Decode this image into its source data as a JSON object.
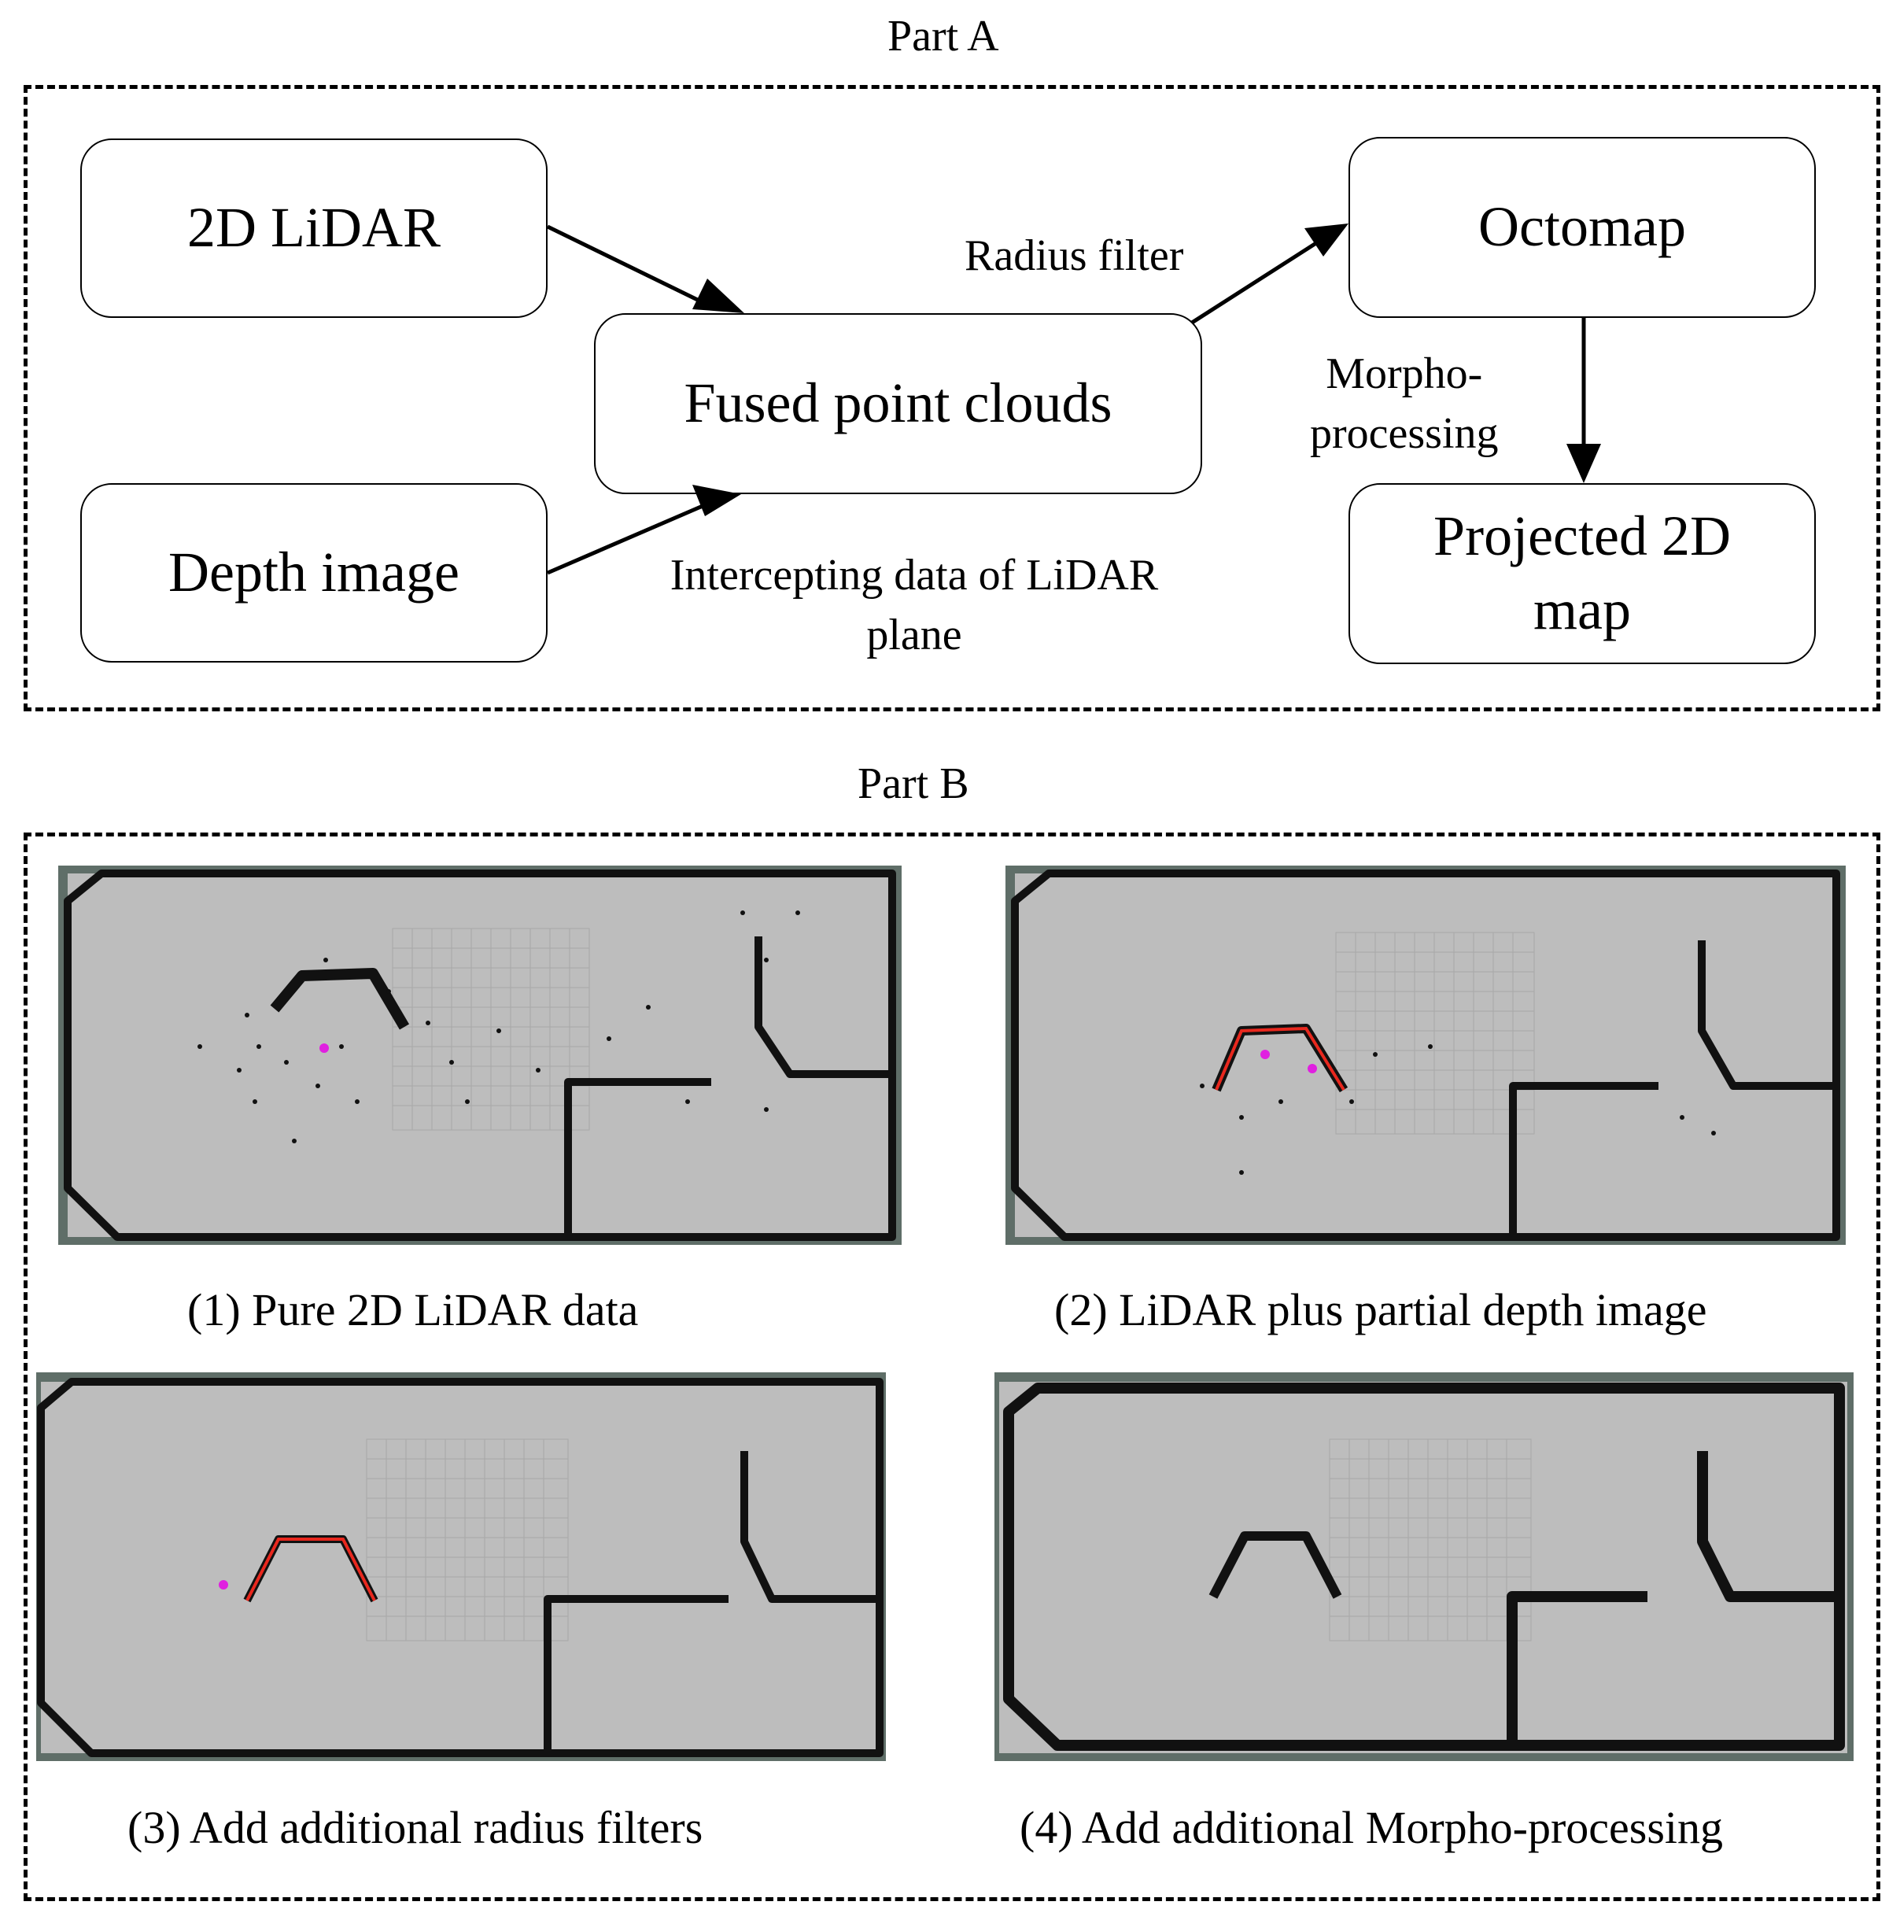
{
  "part_a": {
    "title": "Part A",
    "nodes": {
      "lidar": "2D LiDAR",
      "depth": "Depth image",
      "fused": "Fused point clouds",
      "octomap": "Octomap",
      "projected": "Projected 2D map"
    },
    "edge_labels": {
      "radius_filter": "Radius filter",
      "morpho_line1": "Morpho-",
      "morpho_line2": "processing",
      "intercept_line1": "Intercepting data of LiDAR",
      "intercept_line2": "plane"
    }
  },
  "part_b": {
    "title": "Part B",
    "panels": [
      {
        "caption": "(1) Pure 2D LiDAR data"
      },
      {
        "caption": "(2) LiDAR plus partial depth image"
      },
      {
        "caption": "(3) Add additional radius filters"
      },
      {
        "caption": "(4) Add additional Morpho-processing"
      }
    ]
  },
  "colors": {
    "map_background": "#bdbdbd",
    "map_frame": "#5f6e68",
    "wall": "#111111",
    "filter_line": "#e8281e",
    "marker": "#e020e0",
    "grid": "#a8a8a8"
  }
}
